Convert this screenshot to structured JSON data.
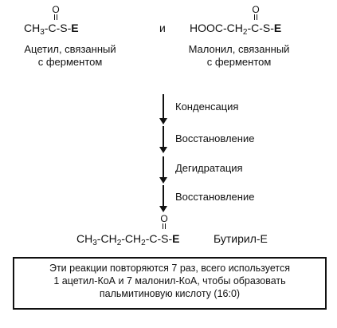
{
  "reactants": {
    "acetyl": {
      "formula_pre": "CH",
      "formula_sub": "3",
      "formula_mid": "-C-S-",
      "formula_enzyme": "E",
      "carbonyl": "O",
      "caption_line1": "Ацетил, связанный",
      "caption_line2": "с ферментом"
    },
    "connector": "и",
    "malonyl": {
      "formula_pre": "HOOC-CH",
      "formula_sub": "2",
      "formula_mid": "-C-S-",
      "formula_enzyme": "E",
      "carbonyl": "O",
      "caption_line1": "Малонил, связанный",
      "caption_line2": "с ферментом"
    }
  },
  "steps": [
    {
      "label": "Конденсация"
    },
    {
      "label": "Восстановление"
    },
    {
      "label": "Дегидратация"
    },
    {
      "label": "Восстановление"
    }
  ],
  "product": {
    "f1": "CH",
    "s1": "3",
    "f2": "-CH",
    "s2": "2",
    "f3": "-CH",
    "s3": "2",
    "f4": "-C-S-",
    "enzyme": "E",
    "carbonyl": "O",
    "name": "Бутирил-Е"
  },
  "note": {
    "line1": "Эти реакции повторяются 7 раз, всего используется",
    "line2": "1 ацетил-КоА и 7 малонил-КоА, чтобы образовать",
    "line3": "пальмитиновую кислоту (16:0)"
  }
}
